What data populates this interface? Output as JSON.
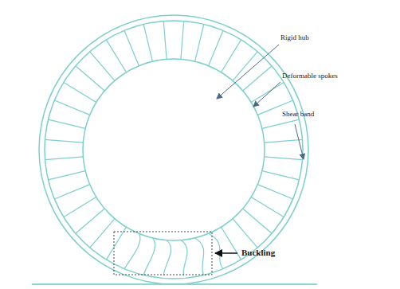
{
  "diagram": {
    "labels": [
      "Rigid hub",
      "Deformable spokes",
      "Shear band",
      "Buckling"
    ]
  }
}
